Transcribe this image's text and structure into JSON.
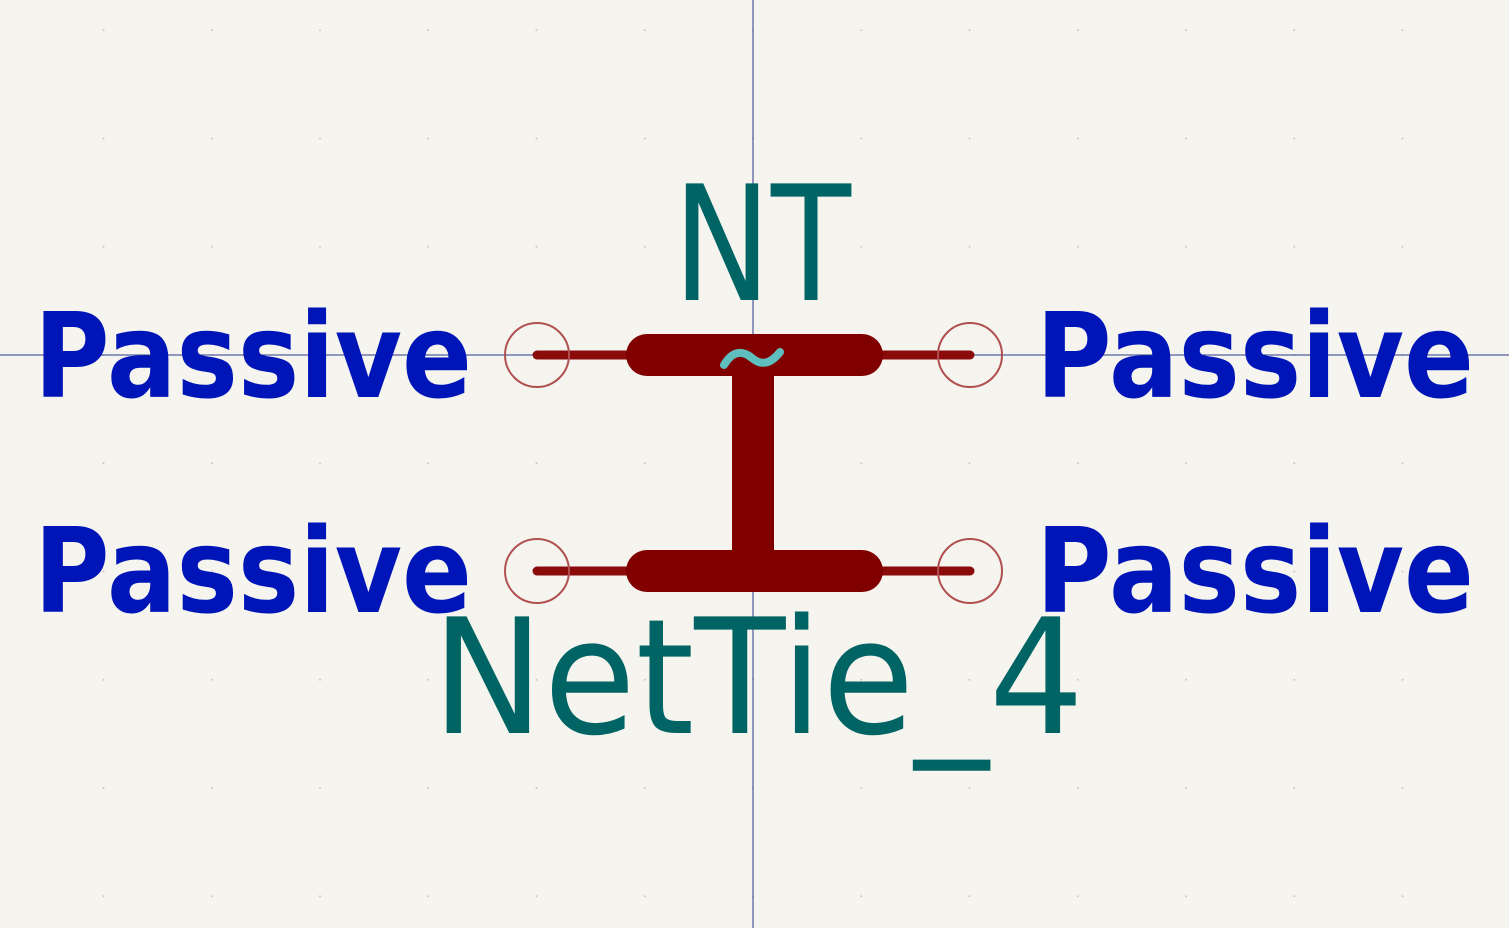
{
  "symbol": {
    "reference": "NT",
    "value": "NetTie_4",
    "net_tie_glyph": "~"
  },
  "pins": [
    {
      "side": "left",
      "row": "top",
      "type": "Passive"
    },
    {
      "side": "right",
      "row": "top",
      "type": "Passive"
    },
    {
      "side": "left",
      "row": "bottom",
      "type": "Passive"
    },
    {
      "side": "right",
      "row": "bottom",
      "type": "Passive"
    }
  ],
  "colors": {
    "background": "#f5f4ef",
    "grid_dot": "#c9c7bf",
    "crosshair": "#2a3a8a",
    "body": "#800000",
    "pin_line": "#8b0a0a",
    "pin_circle": "#b05050",
    "pin_type_text": "#0015b8",
    "field_text": "#006464",
    "tilde": "#5fbfbf"
  }
}
